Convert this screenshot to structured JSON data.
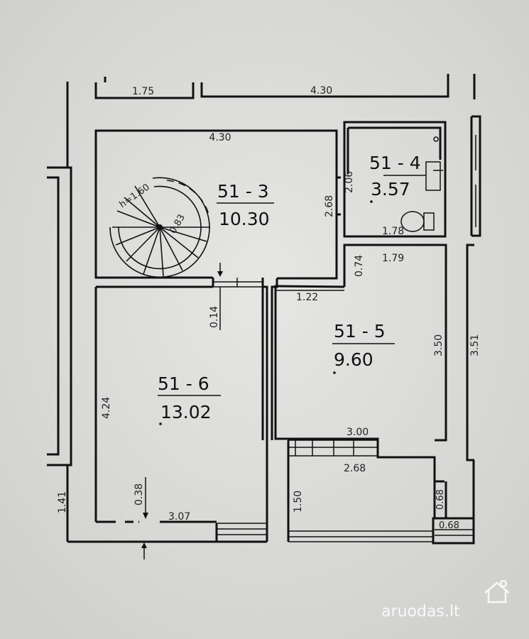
{
  "rooms": [
    {
      "number": "51 - 3",
      "area": "10.30"
    },
    {
      "number": "51 - 4",
      "area": "3.57"
    },
    {
      "number": "51 - 5",
      "area": "9.60"
    },
    {
      "number": "51 - 6",
      "area": "13.02"
    }
  ],
  "dimensions": {
    "top_left_width": "1.75",
    "top_right_width": "4.30",
    "room3_width": "4.30",
    "room3_side": "2.68",
    "room4_side": "2.06",
    "room4_bottom": "1.78",
    "stair_radius": "h=1.60",
    "stair_inner": "0.83",
    "room5_top": "1.79",
    "room5_corner": "0.74",
    "door_gap": "1.22",
    "passage_gap": "0.14",
    "room5_height": "3.50",
    "outer_height": "3.51",
    "room6_height": "4.24",
    "room5_bottom": "3.00",
    "corridor_width": "2.68",
    "room6_offset": "0.38",
    "room6_bottom": "3.07",
    "stair_depth": "1.50",
    "left_offset": "1.41",
    "pillar_height": "0.68",
    "pillar_width": "0.68"
  },
  "watermark": {
    "text": "aruodas.lt",
    "icon": "house-icon"
  }
}
